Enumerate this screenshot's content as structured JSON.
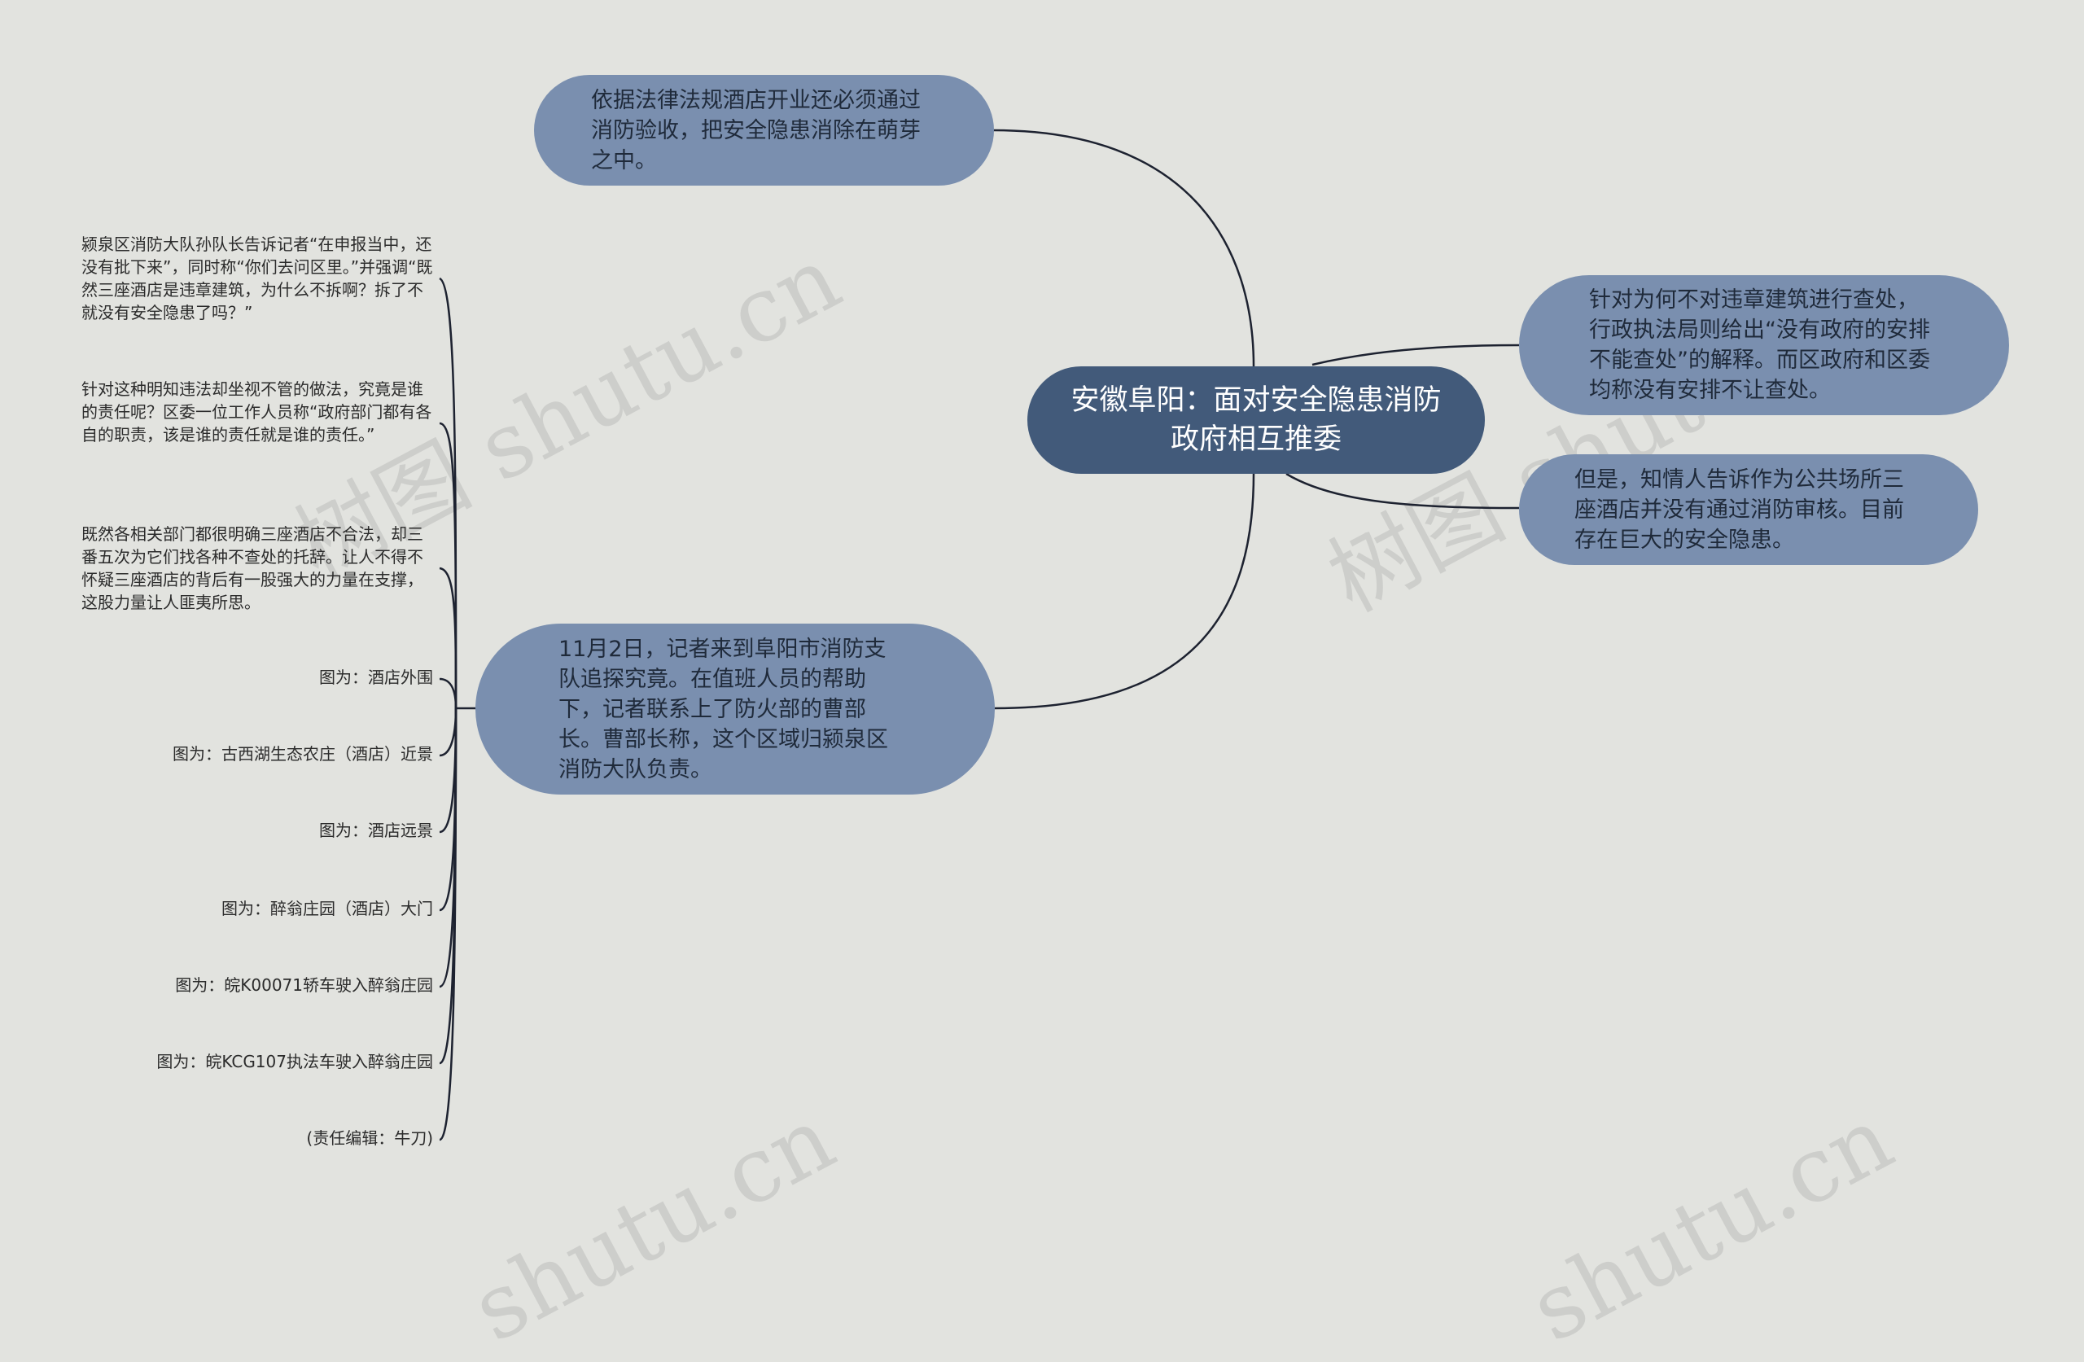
{
  "center_topic": "安徽阜阳：面对安全隐患消防政府相互推委",
  "branches": {
    "top_left": "依据法律法规酒店开业还必须通过消防验收，把安全隐患消除在萌芽之中。",
    "bottom_left": "11月2日，记者来到阜阳市消防支队追探究竟。在值班人员的帮助下，记者联系上了防火部的曹部长。曹部长称，这个区域归颍泉区消防大队负责。",
    "right_1": "针对为何不对违章建筑进行查处，行政执法局则给出“没有政府的安排不能查处”的解释。而区政府和区委均称没有安排不让查处。",
    "right_2": "但是，知情人告诉作为公共场所三座酒店并没有通过消防审核。目前存在巨大的安全隐患。"
  },
  "leaves": [
    "颍泉区消防大队孙队长告诉记者“在申报当中，还没有批下来”，同时称“你们去问区里。”并强调“既然三座酒店是违章建筑，为什么不拆啊？拆了不就没有安全隐患了吗？”",
    "针对这种明知违法却坐视不管的做法，究竟是谁的责任呢？区委一位工作人员称“政府部门都有各自的职责，该是谁的责任就是谁的责任。”",
    "既然各相关部门都很明确三座酒店不合法，却三番五次为它们找各种不查处的托辞。让人不得不怀疑三座酒店的背后有一股强大的力量在支撑，这股力量让人匪夷所思。",
    "图为：酒店外围",
    "图为：古西湖生态农庄（酒店）近景",
    "图为：酒店远景",
    "图为：醉翁庄园（酒店）大门",
    "图为：皖K00071轿车驶入醉翁庄园",
    "图为：皖KCG107执法车驶入醉翁庄园",
    "(责任编辑：牛刀)"
  ],
  "watermarks": [
    "树图 shutu.cn",
    "树图 shutu.cn",
    "shutu.cn",
    "shutu.cn"
  ],
  "colors": {
    "background": "#e2e3df",
    "center_node": "#425a7a",
    "branch_node": "#7a8faf",
    "connector": "#1d2230"
  }
}
